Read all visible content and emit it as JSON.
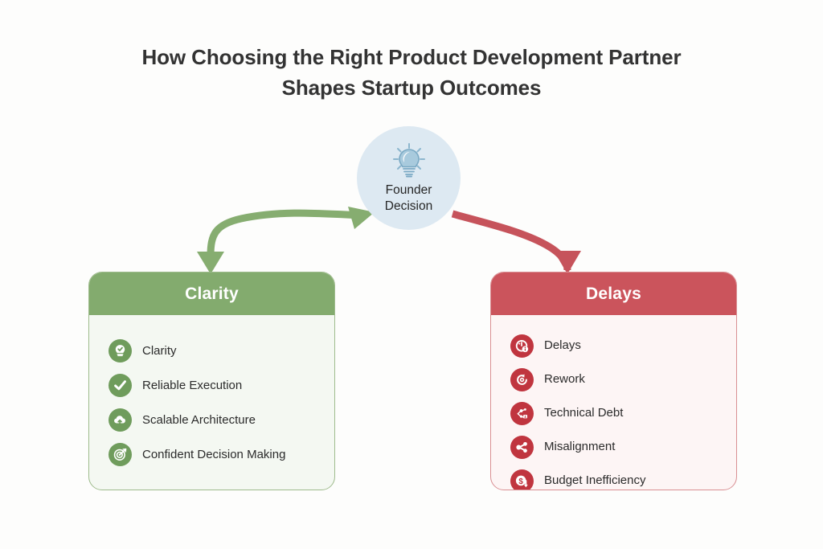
{
  "page": {
    "background_color": "#fdfdfc",
    "title_lines": [
      "How Choosing the Right Product Development Partner",
      "Shapes Startup Outcomes"
    ]
  },
  "hub": {
    "icon": "lightbulb-icon",
    "label_lines": [
      "Founder",
      "Decision"
    ],
    "circle_color": "#dde9f2",
    "icon_color": "#8cb6ce"
  },
  "connectors": [
    {
      "name": "positive-path",
      "from": "founder-decision",
      "to": "clarity-card",
      "color": "#86ad70",
      "arrowheads": "both"
    },
    {
      "name": "negative-path",
      "from": "founder-decision",
      "to": "delays-card",
      "color": "#c6535b",
      "arrowheads": "end"
    }
  ],
  "cards": [
    {
      "id": "clarity",
      "header": "Clarity",
      "header_color": "#83ab6e",
      "body_color": "#f4f8f2",
      "border_color": "#9ebb8c",
      "icon_badge_color": "#6f9c5c",
      "items": [
        {
          "label": "Clarity",
          "icon": "lightbulb-check-icon"
        },
        {
          "label": "Reliable Execution",
          "icon": "check-icon"
        },
        {
          "label": "Scalable Architecture",
          "icon": "cloud-upload-icon"
        },
        {
          "label": "Confident Decision Making",
          "icon": "target-arrow-icon"
        }
      ]
    },
    {
      "id": "delays",
      "header": "Delays",
      "header_color": "#cb545c",
      "body_color": "#fdf5f5",
      "border_color": "#d98f93",
      "icon_badge_color": "#c0353f",
      "items": [
        {
          "label": "Delays",
          "icon": "clock-info-icon"
        },
        {
          "label": "Rework",
          "icon": "rotate-refresh-icon"
        },
        {
          "label": "Technical Debt",
          "icon": "code-branch-icon"
        },
        {
          "label": "Misalignment",
          "icon": "share-nodes-icon"
        },
        {
          "label": "Budget Inefficiency",
          "icon": "dollar-down-icon"
        }
      ]
    }
  ]
}
